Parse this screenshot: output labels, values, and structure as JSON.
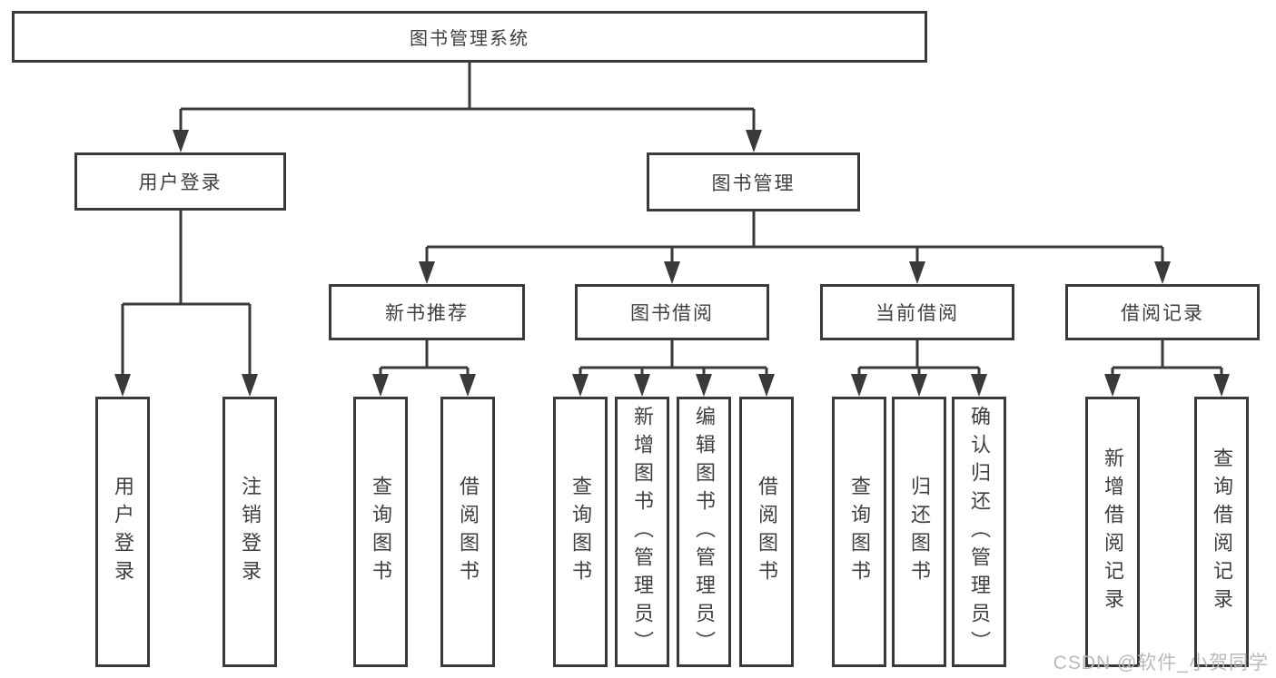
{
  "tree": {
    "label": "图书管理系统",
    "children": [
      {
        "label": "用户登录",
        "children": [
          {
            "label": "用户登录"
          },
          {
            "label": "注销登录"
          }
        ]
      },
      {
        "label": "图书管理",
        "children": [
          {
            "label": "新书推荐",
            "children": [
              {
                "label": "查询图书"
              },
              {
                "label": "借阅图书"
              }
            ]
          },
          {
            "label": "图书借阅",
            "children": [
              {
                "label": "查询图书"
              },
              {
                "label": "新增图书（管理员）"
              },
              {
                "label": "编辑图书（管理员）"
              },
              {
                "label": "借阅图书"
              }
            ]
          },
          {
            "label": "当前借阅",
            "children": [
              {
                "label": "查询图书"
              },
              {
                "label": "归还图书"
              },
              {
                "label": "确认归还（管理员）"
              }
            ]
          },
          {
            "label": "借阅记录",
            "children": [
              {
                "label": "新增借阅记录"
              },
              {
                "label": "查询借阅记录"
              }
            ]
          }
        ]
      }
    ]
  },
  "watermark": "CSDN @软件_小贺同学",
  "colors": {
    "line": "#3a3a3a",
    "text": "#3f3f3f",
    "watermark": "#b5bbbf",
    "background": "#ffffff"
  }
}
